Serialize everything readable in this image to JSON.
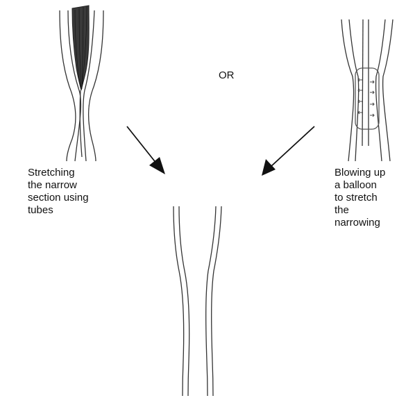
{
  "or_label": "OR",
  "method_left": {
    "lines": [
      "Stretching",
      "the narrow",
      "section using",
      "tubes"
    ]
  },
  "method_right": {
    "lines": [
      "Blowing up",
      "a balloon",
      "to stretch",
      "the",
      "narrowing"
    ]
  },
  "colors": {
    "line": "#333333",
    "tube_fill": "#3a3a3a",
    "balloon": "#555555"
  }
}
